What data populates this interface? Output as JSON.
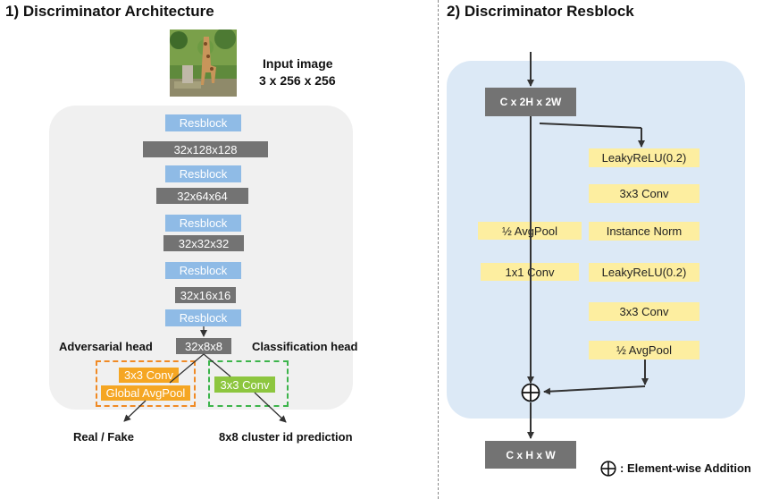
{
  "left": {
    "title": "1) Discriminator Architecture",
    "input_label_line1": "Input image",
    "input_label_line2": "3 x 256 x 256",
    "image_desc": "giraffe-photo",
    "blocks": [
      {
        "res": "Resblock",
        "shape": "32x128x128"
      },
      {
        "res": "Resblock",
        "shape": "32x64x64"
      },
      {
        "res": "Resblock",
        "shape": "32x32x32"
      },
      {
        "res": "Resblock",
        "shape": "32x16x16"
      },
      {
        "res": "Resblock",
        "shape": "32x8x8"
      }
    ],
    "adversarial_head": {
      "title": "Adversarial head",
      "conv": "3x3 Conv",
      "pool": "Global AvgPool",
      "output": "Real / Fake"
    },
    "classification_head": {
      "title": "Classification head",
      "conv": "3x3 Conv",
      "output": "8x8 cluster id prediction"
    }
  },
  "right": {
    "title": "2) Discriminator Resblock",
    "input": "C x 2H x 2W",
    "output": "C x H x W",
    "shortcut": [
      "½ AvgPool",
      "1x1 Conv"
    ],
    "main": [
      "LeakyReLU(0.2)",
      "3x3 Conv",
      "Instance Norm",
      "LeakyReLU(0.2)",
      "3x3 Conv",
      "½ AvgPool"
    ],
    "legend": ": Element-wise Addition"
  },
  "colors": {
    "resblock": "#8fbbe6",
    "tensor": "#737373",
    "adversarial": "#f5a623",
    "classification": "#8dc63f",
    "layer": "#fdeea0",
    "panel_left": "#f0f0f0",
    "panel_right": "#dce9f6"
  }
}
